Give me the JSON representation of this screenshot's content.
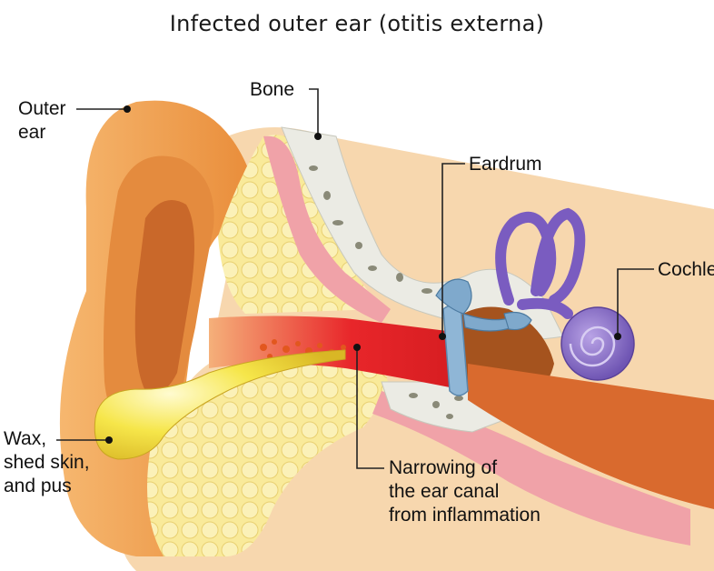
{
  "title": "Infected outer ear (otitis externa)",
  "labels": {
    "outer_ear": [
      "Outer",
      "ear"
    ],
    "bone": "Bone",
    "eardrum": "Eardrum",
    "cochlea": "Cochlea",
    "wax": [
      "Wax,",
      "shed skin,",
      "and pus"
    ],
    "narrowing": [
      "Narrowing of",
      "the ear canal",
      "from inflammation"
    ]
  },
  "colors": {
    "skin": "#f2a65a",
    "skin_dark": "#d8772c",
    "fat": "#f7e38a",
    "bone": "#ecece6",
    "inflamed_canal": "#e8262a",
    "pus": "#f4e24a",
    "cochlea": "#8d70c8",
    "ossicles": "#7fa9cc"
  }
}
